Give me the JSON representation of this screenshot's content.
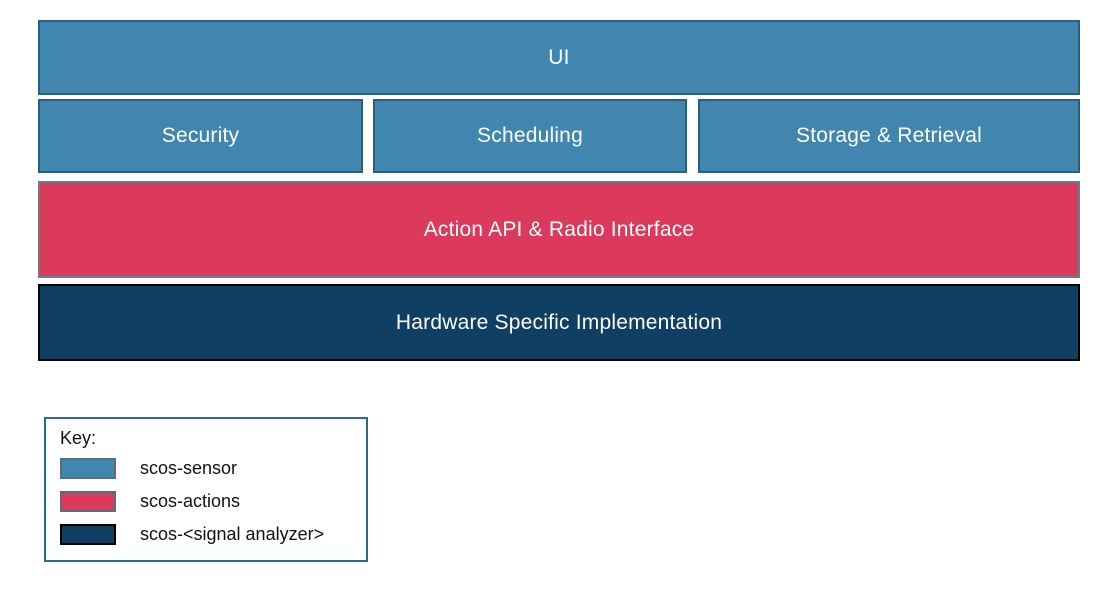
{
  "layers": {
    "ui": {
      "label": "UI"
    },
    "security": {
      "label": "Security"
    },
    "scheduling": {
      "label": "Scheduling"
    },
    "storage": {
      "label": "Storage & Retrieval"
    },
    "action_api": {
      "label": "Action API & Radio Interface"
    },
    "hardware": {
      "label": "Hardware Specific Implementation"
    }
  },
  "key": {
    "title": "Key:",
    "entries": [
      {
        "label": "scos-sensor",
        "color": "#4186AF"
      },
      {
        "label": "scos-actions",
        "color": "#DC3A5C"
      },
      {
        "label": "scos-<signal analyzer>",
        "color": "#0F3F62"
      }
    ]
  },
  "colors": {
    "scos_sensor_fill": "#4186AF",
    "scos_sensor_border": "#2E5F7A",
    "scos_actions_fill": "#DC3A5C",
    "scos_actions_border": "#6C7B8B",
    "signal_analyzer_fill": "#0F3F62",
    "signal_analyzer_border": "#000000",
    "key_box_border": "#2A6A8A",
    "band_text": "#FFFFFF",
    "key_text": "#111111",
    "background": "#FFFFFF"
  }
}
